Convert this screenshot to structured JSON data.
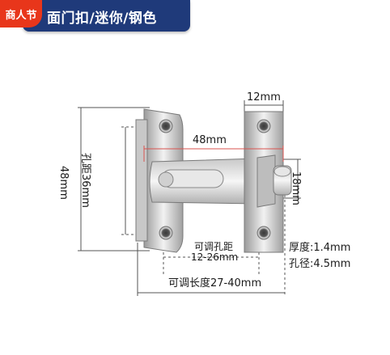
{
  "header": {
    "badge": "商人节",
    "title": "面门扣/迷你/钢色"
  },
  "dimensions": {
    "width_top": "12mm",
    "span": "48mm",
    "side_height": "18mm",
    "hole_distance": "孔距36mm",
    "total_height": "48mm",
    "adjustable_hole_title": "可调孔距",
    "adjustable_hole_range": "12-26mm",
    "adjustable_length": "可调长度27-40mm",
    "thickness": "厚度:1.4mm",
    "hole_diameter": "孔径:4.5mm"
  },
  "colors": {
    "title_bar": "#1f3a7a",
    "badge": "#e8361b",
    "span_line": "#d9534f"
  }
}
